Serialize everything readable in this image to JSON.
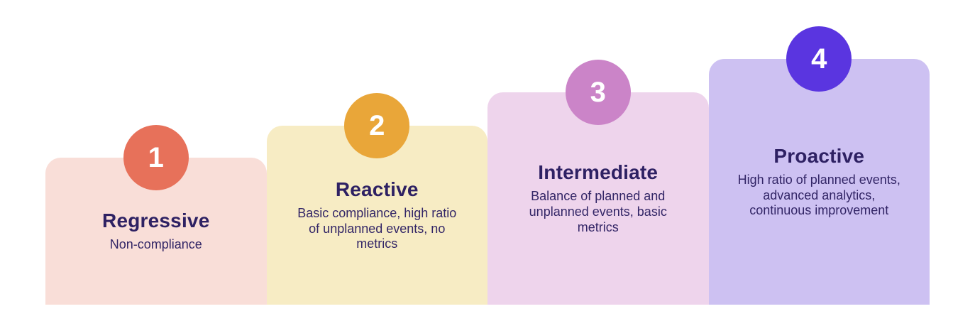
{
  "diagram": {
    "background_color": "#ffffff",
    "text_color": "#2e2163",
    "steps": [
      {
        "number": "1",
        "title": "Regressive",
        "description": "Non-compliance",
        "card_color": "#f9ded8",
        "badge_color": "#e7715a"
      },
      {
        "number": "2",
        "title": "Reactive",
        "description": "Basic compliance, high ratio of unplanned events, no metrics",
        "card_color": "#f7ecc4",
        "badge_color": "#e9a639"
      },
      {
        "number": "3",
        "title": "Intermediate",
        "description": "Balance of planned and unplanned events, basic metrics",
        "card_color": "#eed4ec",
        "badge_color": "#cb84c8"
      },
      {
        "number": "4",
        "title": "Proactive",
        "description": "High ratio of planned events, advanced analytics, continuous improvement",
        "card_color": "#cdc1f2",
        "badge_color": "#5a35e0"
      }
    ]
  }
}
